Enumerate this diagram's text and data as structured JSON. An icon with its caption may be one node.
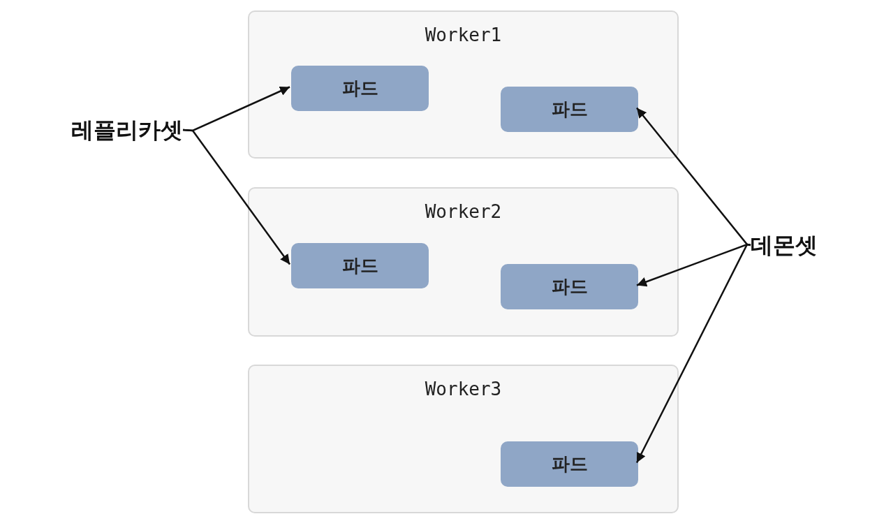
{
  "diagram": {
    "nodes": [
      {
        "text": [
          "Worker1"
        ]
      },
      {
        "text": [
          "파드"
        ],
        "in": 0
      },
      {
        "text": [
          "파드"
        ],
        "in": 0
      },
      {
        "text": [
          "Worker2"
        ]
      },
      {
        "text": [
          "파드"
        ],
        "in": 3
      },
      {
        "text": [
          "파드"
        ],
        "in": 3
      },
      {
        "text": [
          "Worker3"
        ]
      },
      {
        "text": [
          "파드"
        ],
        "in": 6
      },
      {
        "text": [
          "레플리카셋"
        ]
      },
      {
        "text": [
          "데몬셋"
        ]
      }
    ],
    "edges": [
      {
        "from": 8,
        "to": 1,
        "arrow": "to"
      },
      {
        "from": 8,
        "to": 4,
        "arrow": "to"
      },
      {
        "from": 9,
        "to": 2,
        "arrow": "to"
      },
      {
        "from": 9,
        "to": 5,
        "arrow": "to"
      },
      {
        "from": 9,
        "to": 7,
        "arrow": "to"
      }
    ]
  }
}
